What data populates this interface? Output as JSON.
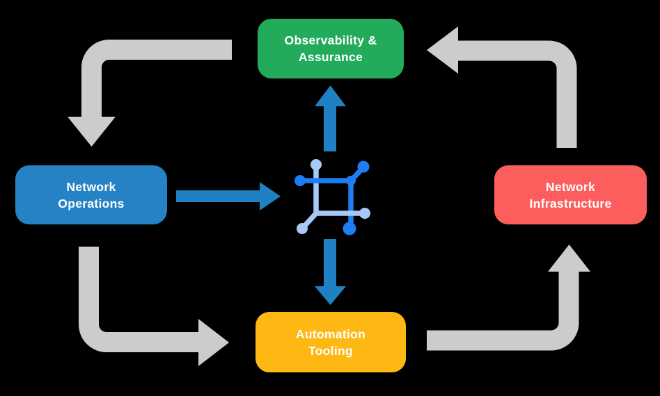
{
  "colors": {
    "background": "#000000",
    "arrow_gray": "#CCCCCC",
    "arrow_blue": "#1F80C4",
    "icon_blue_dark": "#1E7DF2",
    "icon_blue_light": "#A6C9F7",
    "text": "#FFFFFF",
    "node_observability": "#21AB5B",
    "node_operations": "#2583C5",
    "node_infrastructure": "#FC5E5E",
    "node_automation": "#FDB813"
  },
  "nodes": {
    "observability": {
      "label": "Observability &\nAssurance"
    },
    "operations": {
      "label": "Network\nOperations"
    },
    "infrastructure": {
      "label": "Network\nInfrastructure"
    },
    "automation": {
      "label": "Automation\nTooling"
    }
  },
  "icon": {
    "name": "network-mesh-icon"
  }
}
